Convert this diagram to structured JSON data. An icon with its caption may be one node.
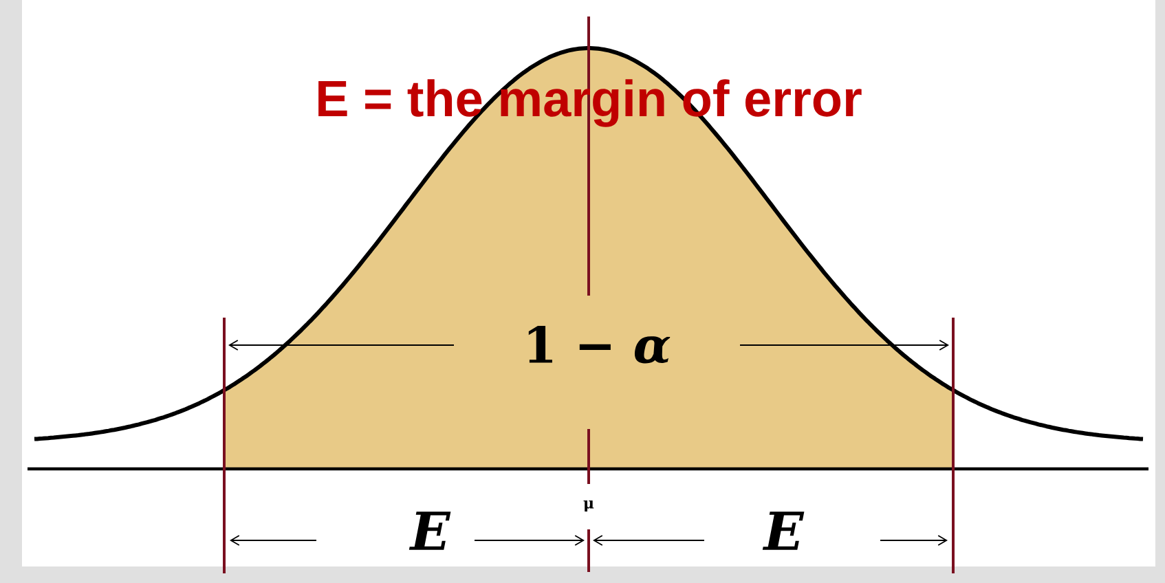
{
  "diagram": {
    "title": "E = the margin of error",
    "labels": [
      "1 − *α*",
      "*E*",
      "μ",
      "*E*"
    ]
  }
}
